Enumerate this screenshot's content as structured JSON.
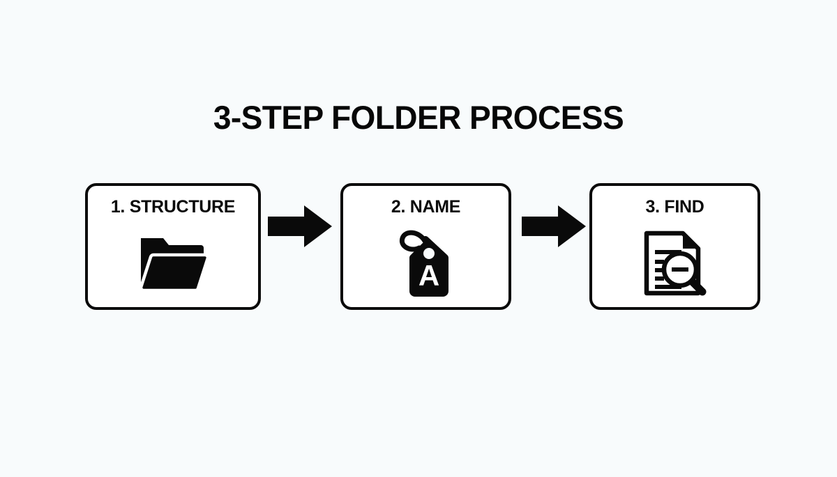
{
  "slide": {
    "background_color": "#f8fbfc",
    "ink_color": "#0a0a0a",
    "title": "3-STEP FOLDER PROCESS"
  },
  "diagram": {
    "type": "process-flow",
    "orientation": "horizontal",
    "step_count": 3,
    "steps": [
      {
        "label": "1. STRUCTURE",
        "number": "1",
        "name": "STRUCTURE",
        "icon": "open-folder-icon"
      },
      {
        "label": "2. NAME",
        "number": "2",
        "name": "NAME",
        "icon": "tag-label-a-icon",
        "icon_letter": "A"
      },
      {
        "label": "3. FIND",
        "number": "3",
        "name": "FIND",
        "icon": "document-search-icon"
      }
    ],
    "connectors": [
      {
        "icon": "arrow-right-icon",
        "from": "1. STRUCTURE",
        "to": "2. NAME"
      },
      {
        "icon": "arrow-right-icon",
        "from": "2. NAME",
        "to": "3. FIND"
      }
    ]
  }
}
